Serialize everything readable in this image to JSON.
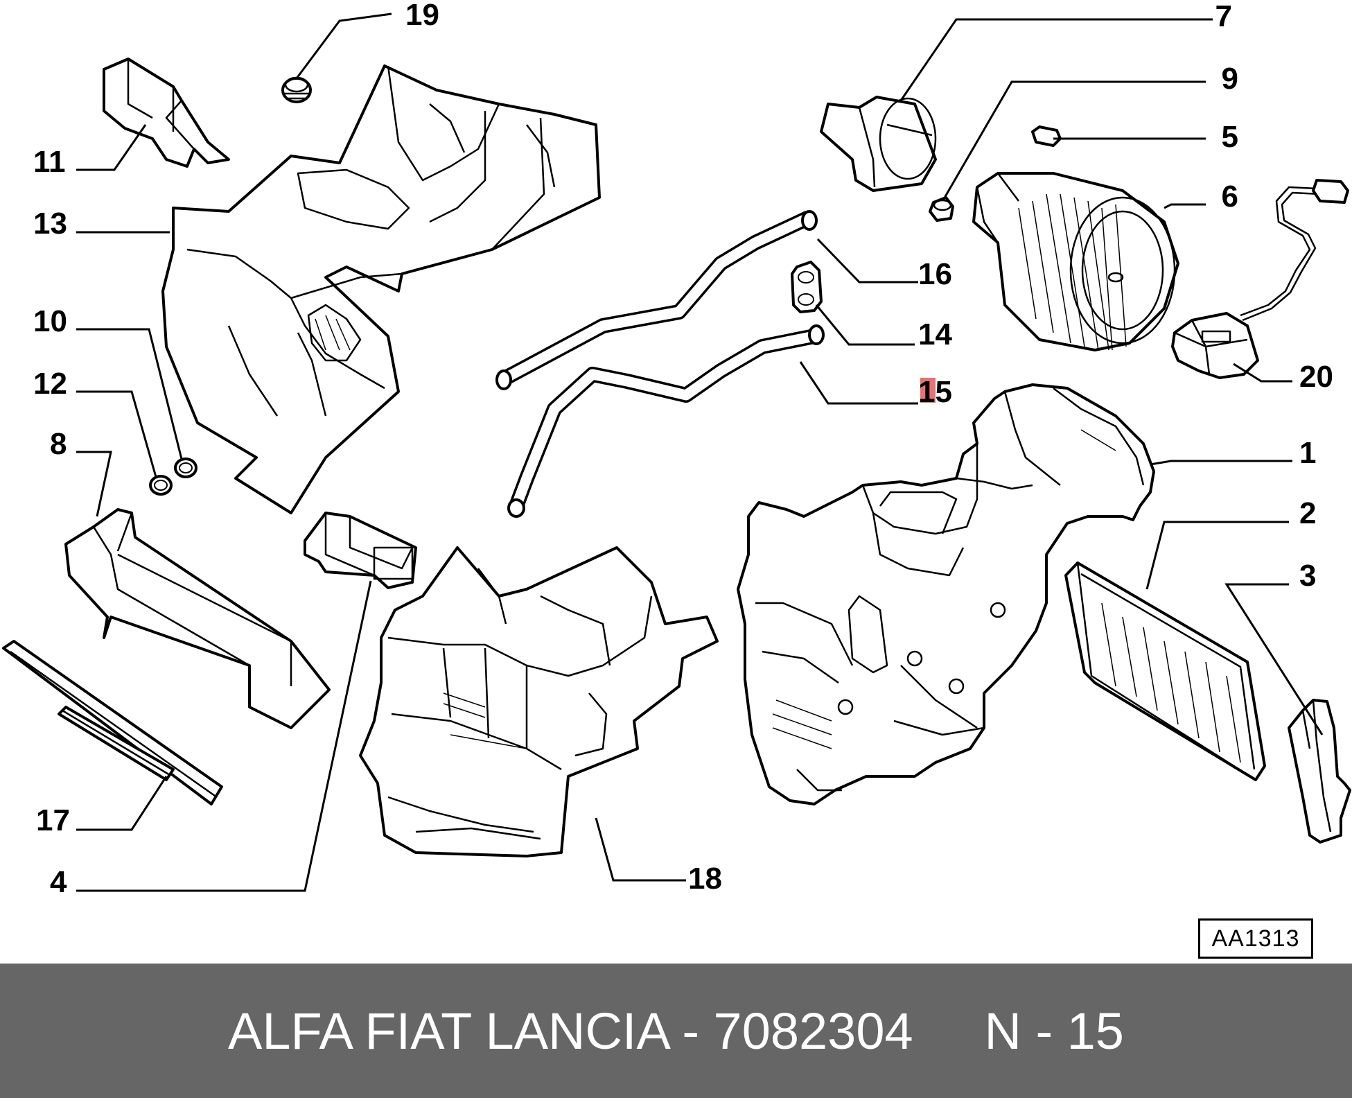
{
  "diagram": {
    "callouts": [
      "19",
      "7",
      "9",
      "5",
      "6",
      "11",
      "13",
      "16",
      "14",
      "15",
      "20",
      "10",
      "12",
      "8",
      "1",
      "2",
      "3",
      "17",
      "4",
      "18"
    ],
    "highlighted_callout": "15",
    "reference_code": "AA1313"
  },
  "footer": {
    "brand": "ALFA FIAT LANCIA",
    "separator": "-",
    "part_number": "7082304",
    "position_label": "N - 15"
  },
  "colors": {
    "footer_background": "#666666",
    "footer_text": "#ffffff",
    "highlight": "#e05a5a"
  }
}
